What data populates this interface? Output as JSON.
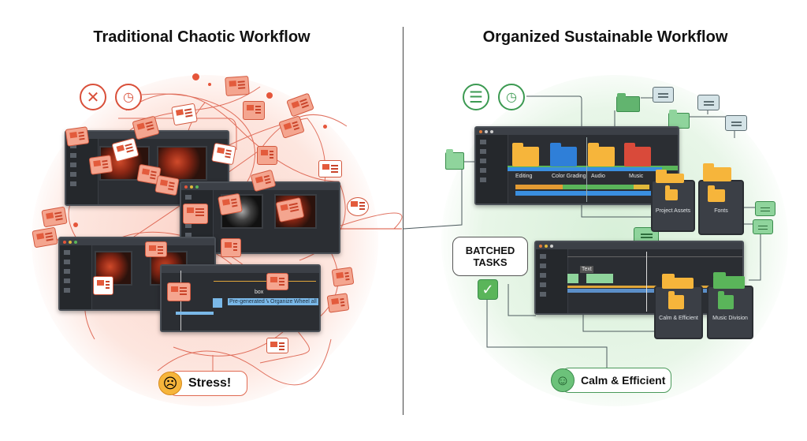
{
  "left": {
    "title": "Traditional Chaotic Workflow",
    "status_icons": [
      "close-icon",
      "clock-icon"
    ],
    "badge": {
      "label": "Stress!",
      "face": "sad-face-icon"
    },
    "timeline_clips": [
      "box",
      "Pre-generated Video",
      "Organized",
      "Wheel all"
    ],
    "accent_color": "#e5553a"
  },
  "right": {
    "title": "Organized Sustainable Workflow",
    "status_icons": [
      "menu-icon",
      "clock-icon"
    ],
    "folders": [
      "Editing",
      "Color Grading",
      "Audio",
      "Music"
    ],
    "side_panels": [
      "Project Assets",
      "Fonts"
    ],
    "bottom_panels": [
      "Calm & Efficient",
      "Music Division"
    ],
    "timeline_label": "Text",
    "callout": {
      "line1": "BATCHED",
      "line2": "TASKS"
    },
    "badge": {
      "label": "Calm & Efficient",
      "face": "smile-face-icon"
    },
    "accent_color": "#3c9a52"
  }
}
